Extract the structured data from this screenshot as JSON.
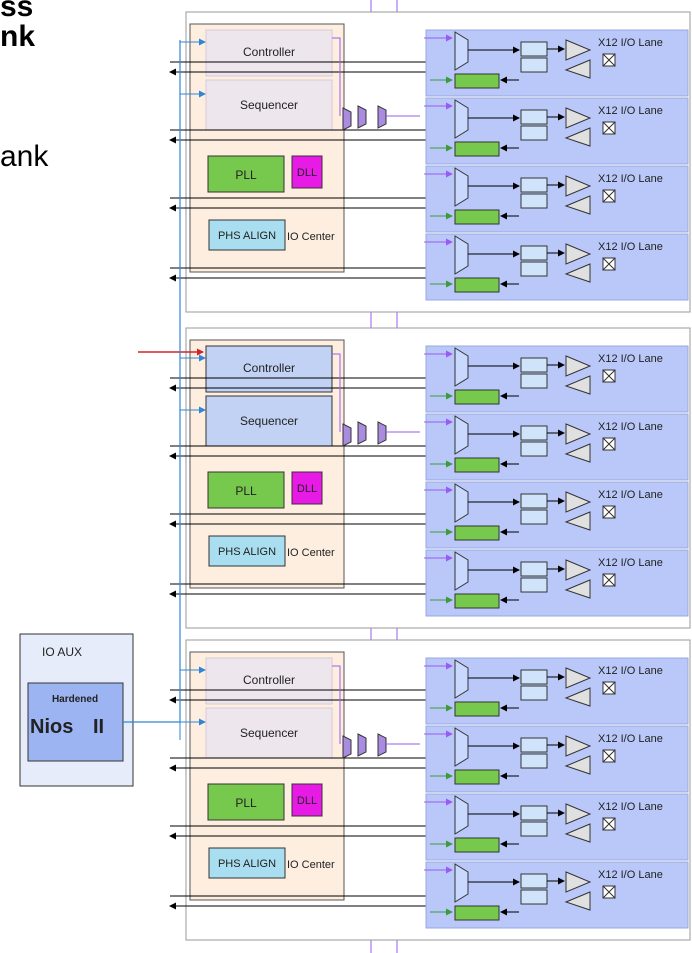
{
  "title_fragments": [
    "ss",
    "nk"
  ],
  "left_text": "ank",
  "io_aux": {
    "title": "IO AUX",
    "hardened": "Hardened",
    "nios_word": "Nios",
    "nios_num": "II"
  },
  "banks": [
    {
      "controller": "Controller",
      "sequencer": "Sequencer",
      "pll": "PLL",
      "dll": "DLL",
      "phs_align": "PHS ALIGN",
      "io_center": "IO Center",
      "lanes": [
        "X12 I/O Lane",
        "X12 I/O Lane",
        "X12 I/O Lane",
        "X12 I/O Lane"
      ]
    },
    {
      "controller": "Controller",
      "sequencer": "Sequencer",
      "pll": "PLL",
      "dll": "DLL",
      "phs_align": "PHS ALIGN",
      "io_center": "IO Center",
      "lanes": [
        "X12 I/O Lane",
        "X12 I/O Lane",
        "X12 I/O Lane",
        "X12 I/O Lane"
      ]
    },
    {
      "controller": "Controller",
      "sequencer": "Sequencer",
      "pll": "PLL",
      "dll": "DLL",
      "phs_align": "PHS ALIGN",
      "io_center": "IO Center",
      "lanes": [
        "X12 I/O Lane",
        "X12 I/O Lane",
        "X12 I/O Lane",
        "X12 I/O Lane"
      ]
    }
  ],
  "colors": {
    "bank_bg": "#fdeee0",
    "ctrl_pale": "#ede6ec",
    "ctrl_blue": "#c2d2f5",
    "lane_bg": "#b9c8f8",
    "pll": "#77c94e",
    "dll": "#e81ae5",
    "phs": "#a9def0",
    "purple_wire": "#9a5cf0",
    "blue_wire": "#2f86d8",
    "green_wire": "#3d9a3d",
    "red_wire": "#d2232a",
    "io_aux_bg": "#e6ecfa",
    "nios_box": "#9db4f2"
  }
}
